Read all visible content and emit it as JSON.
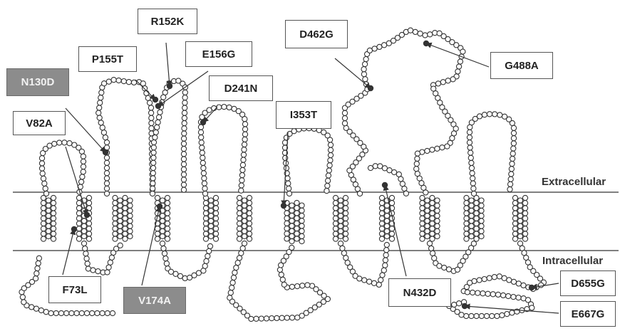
{
  "regions": {
    "extracellular": "Extracellular",
    "intracellular": "Intracellular"
  },
  "mutations": [
    {
      "id": "v82a",
      "label": "V82A",
      "shaded": false
    },
    {
      "id": "n130d",
      "label": "N130D",
      "shaded": true
    },
    {
      "id": "p155t",
      "label": "P155T",
      "shaded": false
    },
    {
      "id": "r152k",
      "label": "R152K",
      "shaded": false
    },
    {
      "id": "e156g",
      "label": "E156G",
      "shaded": false
    },
    {
      "id": "d241n",
      "label": "D241N",
      "shaded": false
    },
    {
      "id": "i353t",
      "label": "I353T",
      "shaded": false
    },
    {
      "id": "d462g",
      "label": "D462G",
      "shaded": false
    },
    {
      "id": "g488a",
      "label": "G488A",
      "shaded": false
    },
    {
      "id": "f73l",
      "label": "F73L",
      "shaded": false
    },
    {
      "id": "v174a",
      "label": "V174A",
      "shaded": true
    },
    {
      "id": "n432d",
      "label": "N432D",
      "shaded": false
    },
    {
      "id": "d655g",
      "label": "D655G",
      "shaded": false
    },
    {
      "id": "e667g",
      "label": "E667G",
      "shaded": false
    }
  ],
  "colors": {
    "membrane_line": "#333333",
    "residue_stroke": "#333333",
    "mutation_residue": "#333333",
    "shaded_label_fill": "#8c8c8c"
  }
}
